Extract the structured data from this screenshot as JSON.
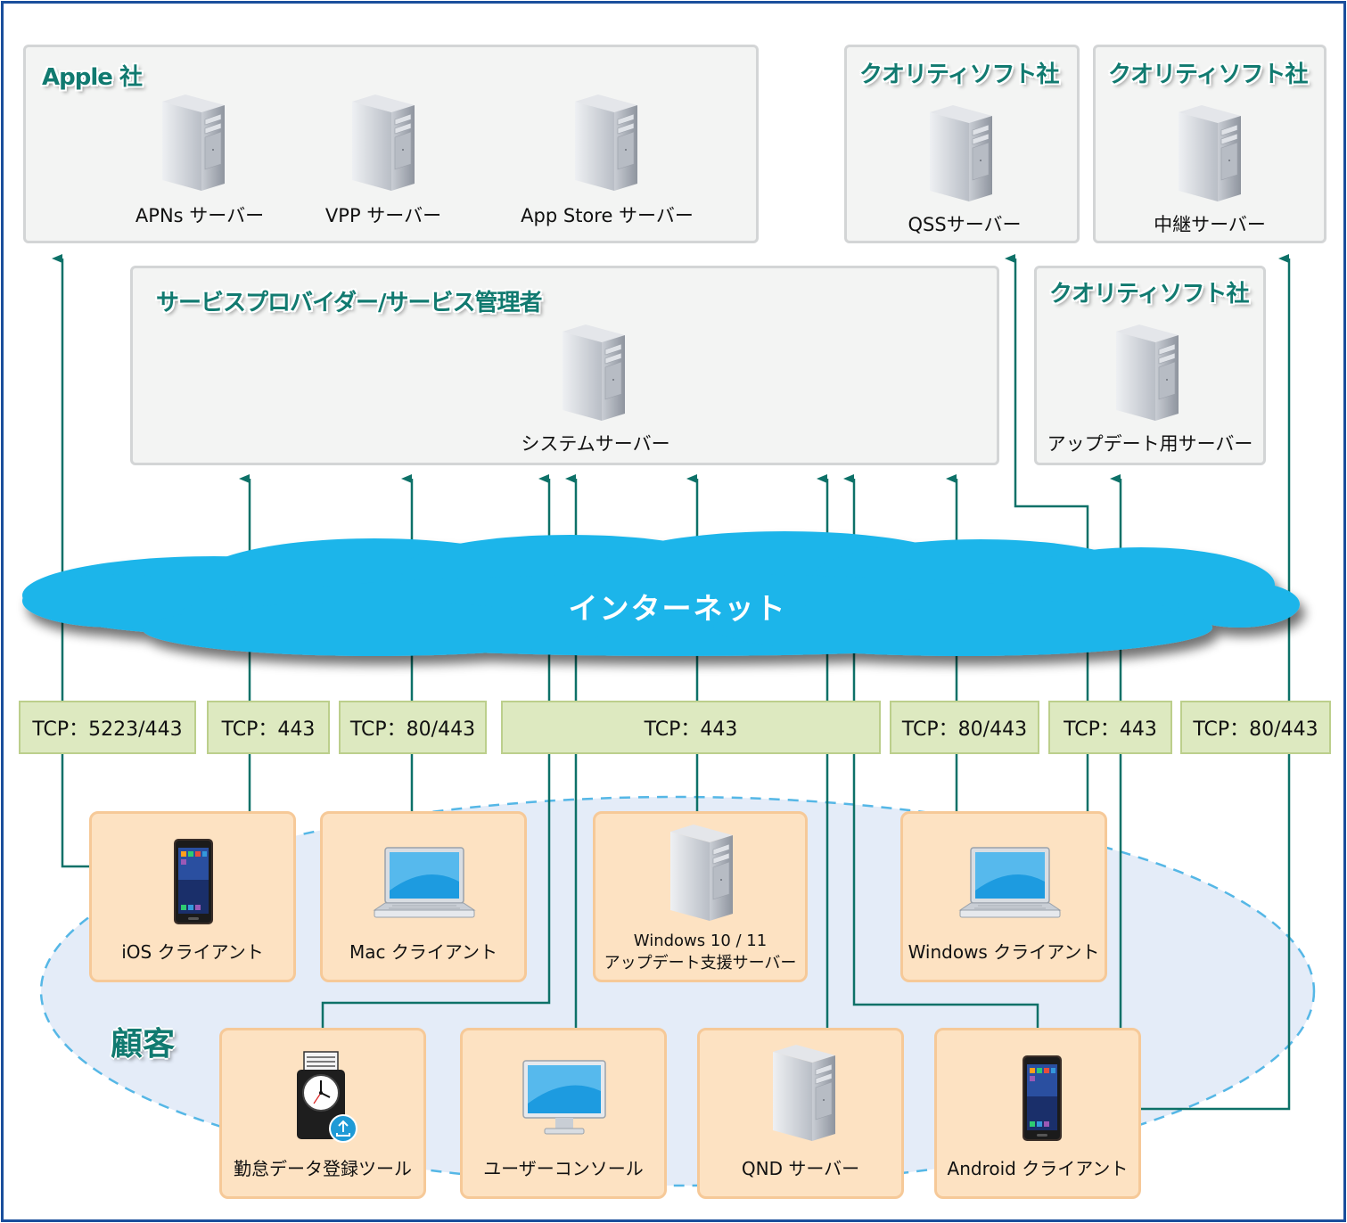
{
  "colors": {
    "line": "#0d7168",
    "cloud": "#1eb5ea",
    "port_fill": "#dde9c0",
    "card_fill": "#fde2c2",
    "title_text": "#117a70",
    "frame": "#1a4f9c"
  },
  "apple": {
    "title": "Apple 社",
    "servers": [
      {
        "label": "APNs サーバー",
        "icon": "server-icon"
      },
      {
        "label": "VPP サーバー",
        "icon": "server-icon"
      },
      {
        "label": "App Store サーバー",
        "icon": "server-icon"
      }
    ]
  },
  "qss_company": {
    "title": "クオリティソフト社",
    "server": {
      "label": "QSSサーバー",
      "icon": "server-icon"
    }
  },
  "relay_company": {
    "title": "クオリティソフト社",
    "server": {
      "label": "中継サーバー",
      "icon": "server-icon"
    }
  },
  "provider": {
    "title": "サービスプロバイダー/サービス管理者",
    "server": {
      "label": "システムサーバー",
      "icon": "server-icon"
    }
  },
  "update_company": {
    "title": "クオリティソフト社",
    "server": {
      "label": "アップデート用サーバー",
      "icon": "server-icon"
    }
  },
  "internet": {
    "label": "インターネット"
  },
  "ports": [
    "TCP：5223/443",
    "TCP：443",
    "TCP：80/443",
    "TCP：443",
    "TCP：80/443",
    "TCP：443",
    "TCP：80/443"
  ],
  "customer": {
    "label": "顧客",
    "top_row": [
      {
        "label": "iOS クライアント",
        "icon": "smartphone-icon"
      },
      {
        "label": "Mac クライアント",
        "icon": "laptop-icon"
      },
      {
        "label_line1": "Windows 10 / 11",
        "label_line2": "アップデート支援サーバー",
        "icon": "server-icon"
      },
      {
        "label": "Windows クライアント",
        "icon": "laptop-icon"
      }
    ],
    "bottom_row": [
      {
        "label": "勤怠データ登録ツール",
        "icon": "clock-upload-icon"
      },
      {
        "label": "ユーザーコンソール",
        "icon": "monitor-icon"
      },
      {
        "label": "QND サーバー",
        "icon": "server-icon"
      },
      {
        "label": "Android クライアント",
        "icon": "smartphone-icon"
      }
    ]
  }
}
